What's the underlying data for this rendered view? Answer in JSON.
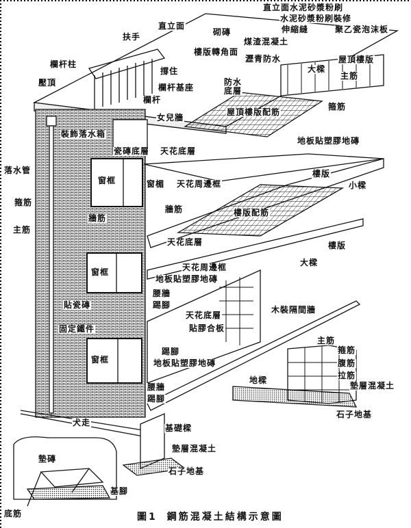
{
  "title": {
    "figure_no": "圖1",
    "text": "鋼筋混凝土結構示意圖"
  },
  "labels": {
    "l01": "直立面水泥砂漿粉刷",
    "l02": "水泥砂漿粉刷裝修",
    "l03": "伸縮縫",
    "l04": "聚乙瓷泡沫板",
    "l05": "直立面",
    "l06": "砌磚",
    "l07": "煤渣混凝土",
    "l08": "樓版轉角面",
    "l09": "瀝青防水",
    "l10": "屋頂樓版",
    "l11": "扶手",
    "l12": "欄杆柱",
    "l13": "大樑",
    "l14": "主筋",
    "l15": "撐住",
    "l16": "欄杆基座",
    "l17": "防水底層",
    "l18": "壓頂",
    "l19": "欄杆",
    "l20": "箍筋",
    "l21": "屋頂樓版配筋",
    "l22": "女兒牆",
    "l23": "裝飾落水箱",
    "l24": "地板貼塑膠地磚",
    "l25": "瓷磚底層",
    "l26": "天花底層",
    "l27": "落水管",
    "l28": "窗框",
    "l29": "窗楣",
    "l30": "天花周邊框",
    "l31": "樓版",
    "l32": "小樑",
    "l33": "箍筋",
    "l34": "牆筋",
    "l35": "牆筋",
    "l36": "樓版配筋",
    "l37": "主筋",
    "l38": "天花底層",
    "l39": "樓版",
    "l40": "天花周邊框",
    "l41": "大樑",
    "l42": "窗框",
    "l43": "地板貼塑膠地磚",
    "l44": "腰牆",
    "l45": "踢腳",
    "l46": "貼瓷磚",
    "l47": "木裝隔間牆",
    "l48": "天花底層",
    "l49": "貼膠合板",
    "l50": "固定鐵件",
    "l51": "主筋",
    "l52": "踢腳",
    "l53": "箍筋",
    "l54": "窗框",
    "l55": "地板貼塑膠地磚",
    "l56": "腹筋",
    "l57": "地樑",
    "l58": "拉筋",
    "l59": "墊層混凝土",
    "l60": "腰牆",
    "l61": "踢腳",
    "l62": "石子地基",
    "l63": "犬走",
    "l64": "基礎樑",
    "l65": "墊層混凝土",
    "l66": "墊磚",
    "l67": "石子地基",
    "l68": "基腳",
    "l69": "底筋"
  }
}
